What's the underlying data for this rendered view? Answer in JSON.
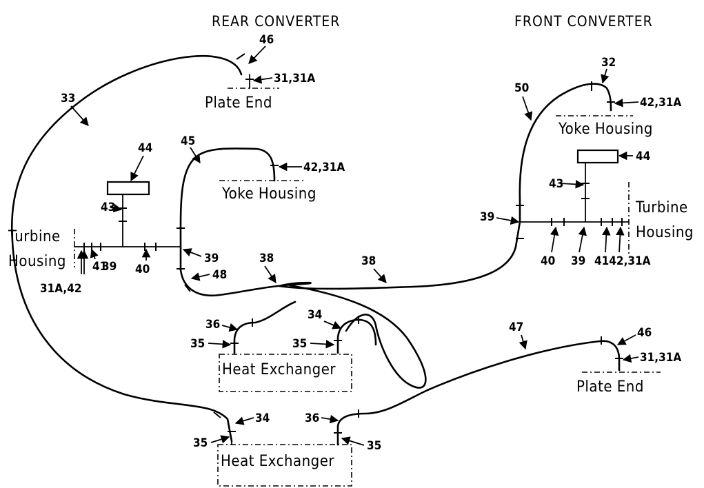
{
  "headers": {
    "rear": "REAR CONVERTER",
    "front": "FRONT CONVERTER"
  },
  "components": {
    "plate_end_rear": "Plate End",
    "plate_end_front": "Plate End",
    "yoke_housing_rear": "Yoke Housing",
    "yoke_housing_front": "Yoke Housing",
    "turbine_housing_rear_1": "Turbine",
    "turbine_housing_rear_2": "Housing",
    "turbine_housing_front_1": "Turbine",
    "turbine_housing_front_2": "Housing",
    "heat_exchanger_upper": "Heat Exchanger",
    "heat_exchanger_lower": "Heat Exchanger"
  },
  "callouts": {
    "c46_rear": "46",
    "c31_rear": "31,31A",
    "c33": "33",
    "c45": "45",
    "c42_rear_yoke": "42,31A",
    "c44_rear": "44",
    "c43_rear": "43",
    "c39_rear_right": "39",
    "c48": "48",
    "c38_left": "38",
    "c38_right": "38",
    "c31a42_rear": "31A,42",
    "c41_rear": "41",
    "c39_rear_bottom": "39",
    "c40_rear": "40",
    "c32": "32",
    "c50": "50",
    "c42_front_yoke": "42,31A",
    "c44_front": "44",
    "c43_front": "43",
    "c39_front_left": "39",
    "c40_front": "40",
    "c39_front_bottom": "39",
    "c4142_front": "4142,31A",
    "c36_upper": "36",
    "c35_upper_left": "35",
    "c34_upper": "34",
    "c35_upper_mid": "35",
    "c47": "47",
    "c46_front": "46",
    "c31_front": "31,31A",
    "c34_lower": "34",
    "c35_lower_left": "35",
    "c36_lower": "36",
    "c35_lower_right": "35"
  }
}
